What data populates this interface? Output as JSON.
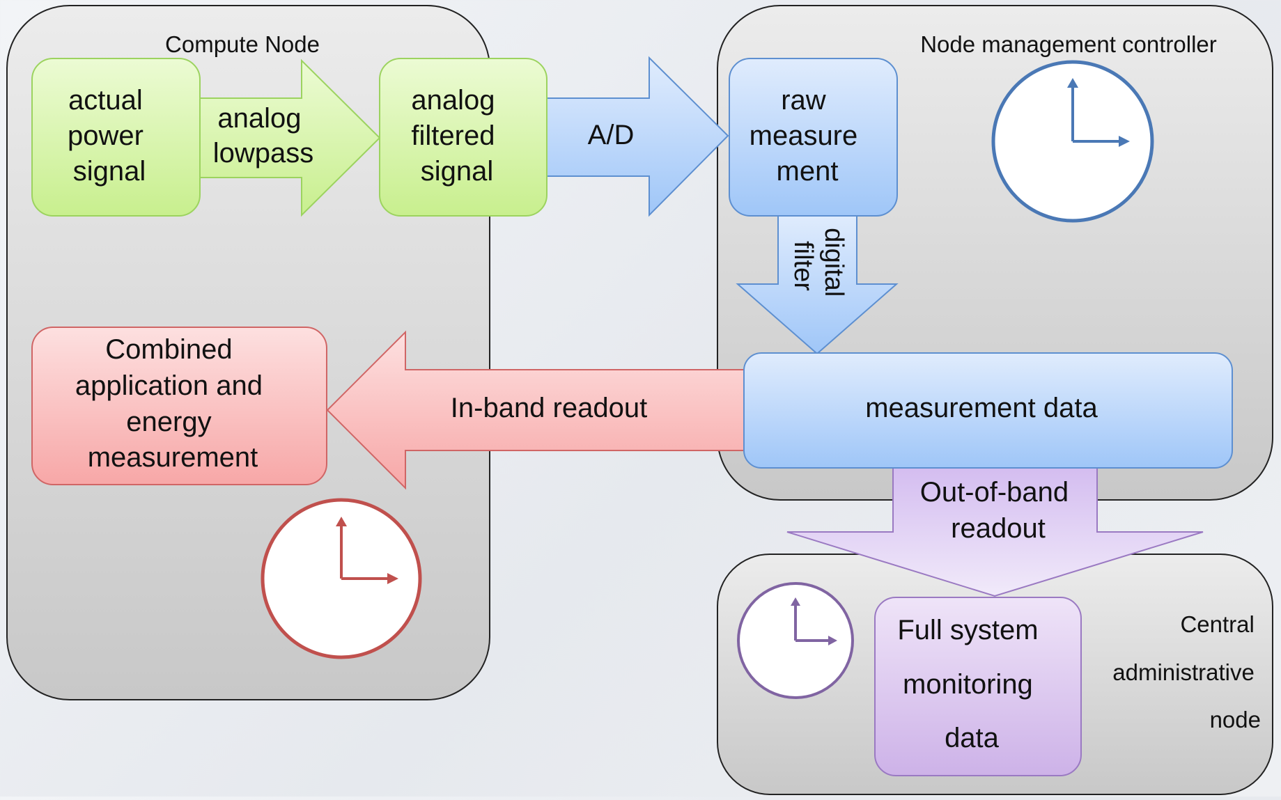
{
  "groups": {
    "compute_node": "Compute Node",
    "node_mgmt": "Node management controller",
    "central_admin": [
      "Central",
      "administrative",
      "node"
    ]
  },
  "boxes": {
    "actual_power": [
      "actual",
      "power",
      "signal"
    ],
    "analog_filtered": [
      "analog",
      "filtered",
      "signal"
    ],
    "raw_measurement": [
      "raw",
      "measure",
      "ment"
    ],
    "measurement_data": "measurement data",
    "combined": [
      "Combined",
      "application and",
      "energy",
      "measurement"
    ],
    "full_system": [
      "Full system",
      "monitoring",
      "data"
    ]
  },
  "arrows": {
    "analog_lowpass": [
      "analog",
      "lowpass"
    ],
    "ad": "A/D",
    "digital_filter": [
      "digital",
      "filter"
    ],
    "in_band": "In-band readout",
    "out_of_band": [
      "Out-of-band",
      "readout"
    ]
  },
  "colors": {
    "green_fill": "#d9f7ad",
    "green_stroke": "#9cd35f",
    "blue_fill": "#b5d4fb",
    "blue_stroke": "#5d8fd0",
    "red_fill": "#fbbcbc",
    "red_stroke": "#d06565",
    "purple_fill": "#ddc9ef",
    "purple_stroke": "#9a79c2",
    "clock_blue": "#4a78b5",
    "clock_red": "#c0504d",
    "clock_purple": "#8064a2"
  },
  "icons": [
    "clock-icon-controller",
    "clock-icon-compute",
    "clock-icon-central"
  ]
}
